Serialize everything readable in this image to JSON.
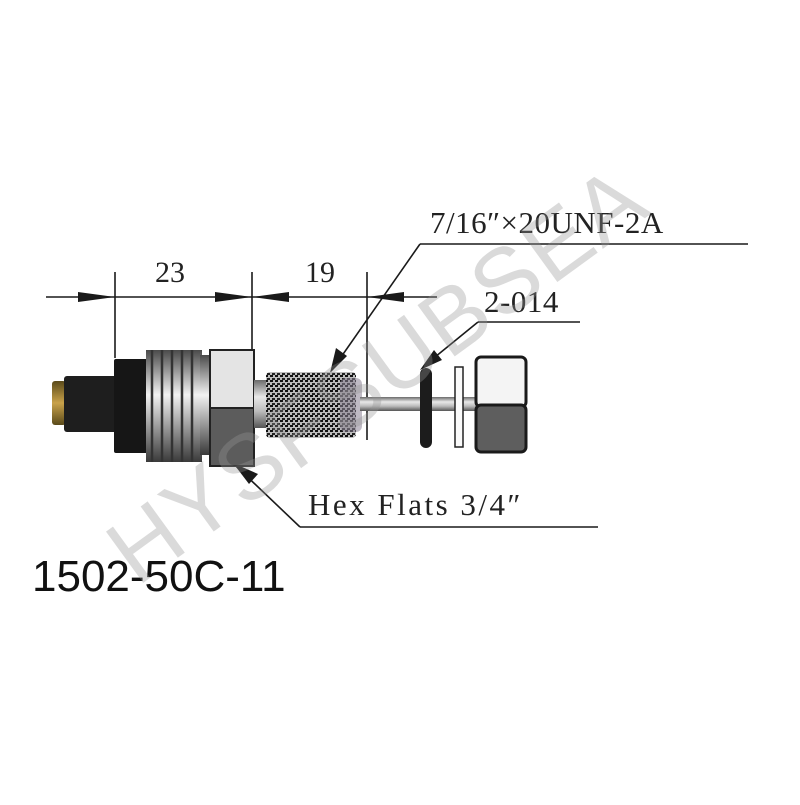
{
  "drawing": {
    "dimensions": {
      "dim_a": "23",
      "dim_b": "19"
    },
    "callouts": {
      "thread": "7/16″×20UNF-2A",
      "oring": "2-014",
      "hex": "Hex Flats 3/4″"
    },
    "part_number": "1502-50C-11",
    "watermark": "HYSFSUBSEA"
  },
  "colors": {
    "line": "#1a1a1a",
    "body_dark": "#1c1c1c",
    "brass": "#a88a3a",
    "hex_light": "#e2e2e2",
    "hex_dark": "#5a5a5a",
    "watermark": "#9a9a9a"
  }
}
